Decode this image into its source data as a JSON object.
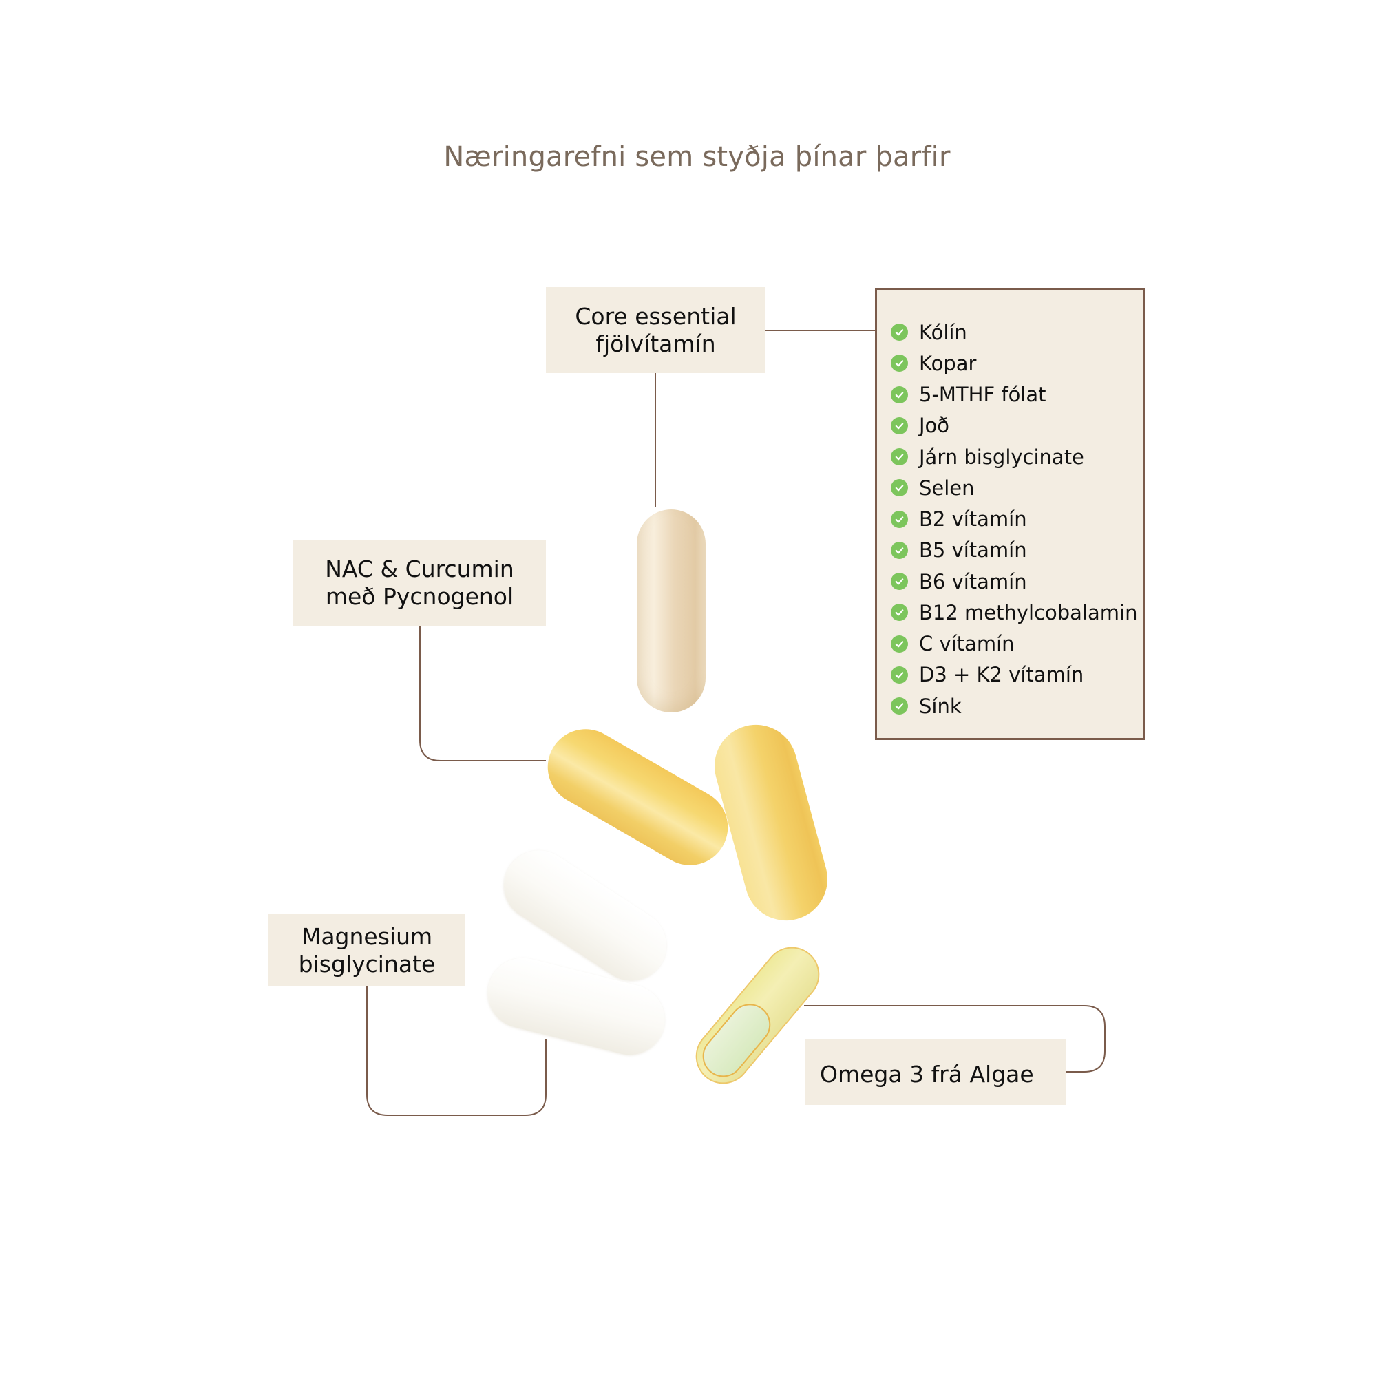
{
  "title": "Næringarefni sem styðja þínar þarfir",
  "labels": {
    "core": {
      "line1": "Core essential",
      "line2": "fjölvítamín"
    },
    "nac": {
      "line1": "NAC & Curcumin",
      "line2": "með Pycnogenol"
    },
    "magnesium": {
      "line1": "Magnesium",
      "line2": "bisglycinate"
    },
    "omega": {
      "line1": "Omega 3 frá Algae"
    }
  },
  "core_ingredients": {
    "icon": "check-circle-icon",
    "items": [
      "Kólín",
      "Kopar",
      "5-MTHF fólat",
      "Joð",
      "Járn bisglycinate",
      "Selen",
      "B2 vítamín",
      "B5 vítamín",
      "B6 vítamín",
      "B12 methylcobalamin",
      "C vítamín",
      "D3 + K2 vítamín",
      "Sínk"
    ]
  },
  "capsules": [
    {
      "product": "core",
      "color": "beige"
    },
    {
      "product": "nac",
      "color": "yellow"
    },
    {
      "product": "nac",
      "color": "yellow"
    },
    {
      "product": "magnesium",
      "color": "white"
    },
    {
      "product": "magnesium",
      "color": "white"
    },
    {
      "product": "omega",
      "color": "clear-yellow softgel"
    }
  ],
  "colors": {
    "title": "#7A6A5C",
    "label_bg": "#F3EDE2",
    "connector": "#7A5B4B",
    "check": "#7CC55C"
  }
}
